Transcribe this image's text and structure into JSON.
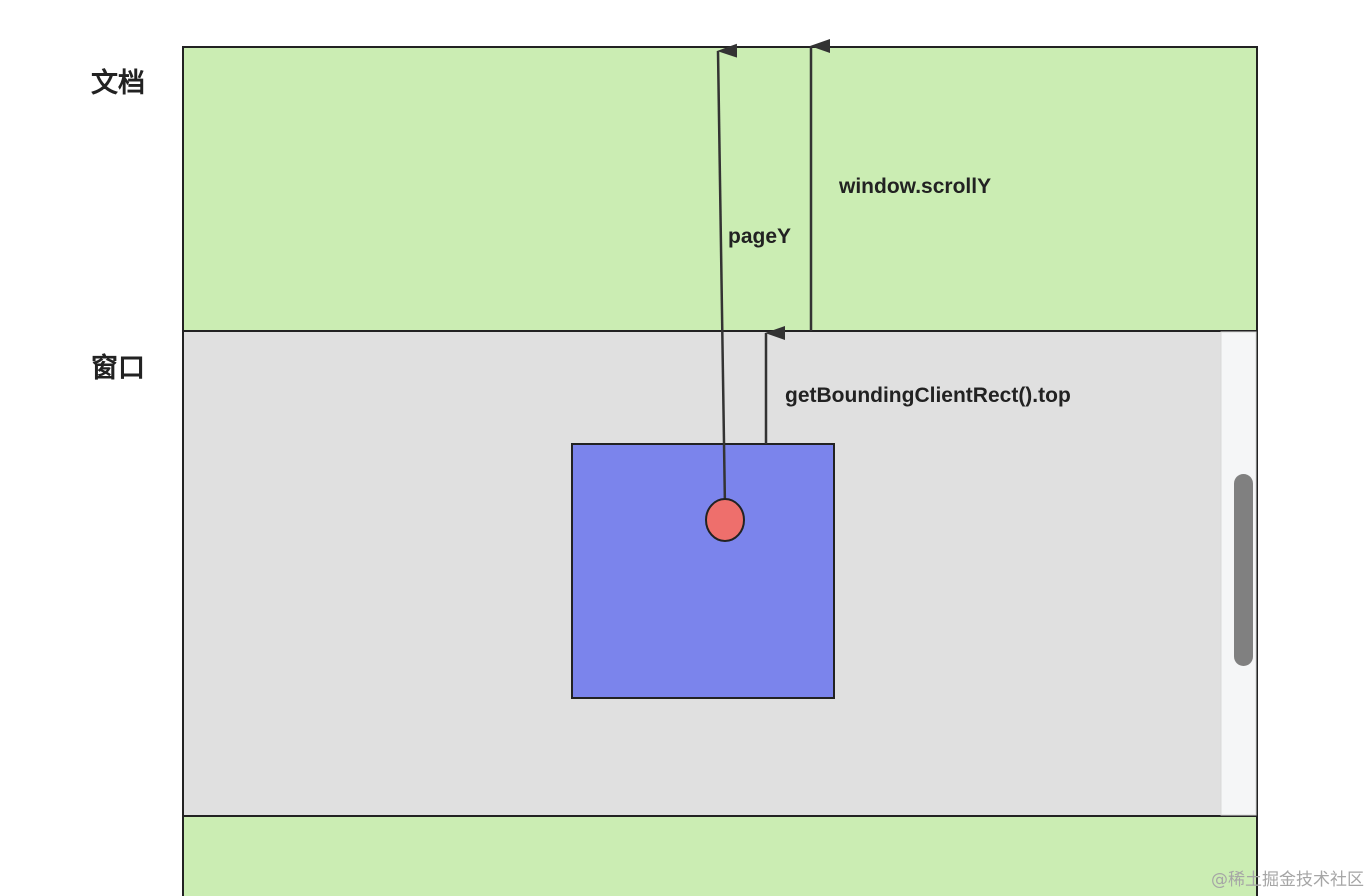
{
  "labels": {
    "document": "文档",
    "window": "窗口",
    "page_y": "pageY",
    "scroll_y": "window.scrollY",
    "bounding_top": "getBoundingClientRect().top"
  },
  "watermark": "@稀土掘金技术社区",
  "colors": {
    "document_fill": "#cbedb3",
    "window_fill": "#e0e0e0",
    "element_fill": "#7b84ec",
    "point_fill": "#ee6f6c",
    "stroke": "#222222",
    "scrollbar_track": "#f5f6f7",
    "scrollbar_thumb": "#808080"
  }
}
